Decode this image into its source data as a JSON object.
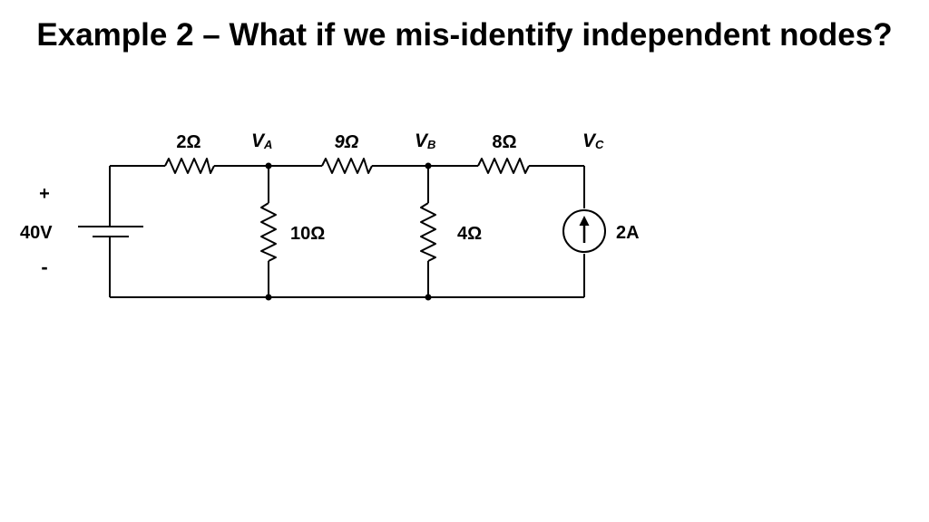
{
  "title": "Example 2 – What if we mis-identify independent nodes?",
  "circuit": {
    "source": {
      "plus": "+",
      "minus": "-",
      "voltage": "40V"
    },
    "resistors": {
      "r_2": "2Ω",
      "r_9": "9Ω",
      "r_8": "8Ω",
      "r_10": "10Ω",
      "r_4": "4Ω"
    },
    "nodes": {
      "va": {
        "main": "V",
        "sub": "A"
      },
      "vb": {
        "main": "V",
        "sub": "B"
      },
      "vc": {
        "main": "V",
        "sub": "C"
      }
    },
    "current_source": {
      "value": "2A"
    }
  }
}
